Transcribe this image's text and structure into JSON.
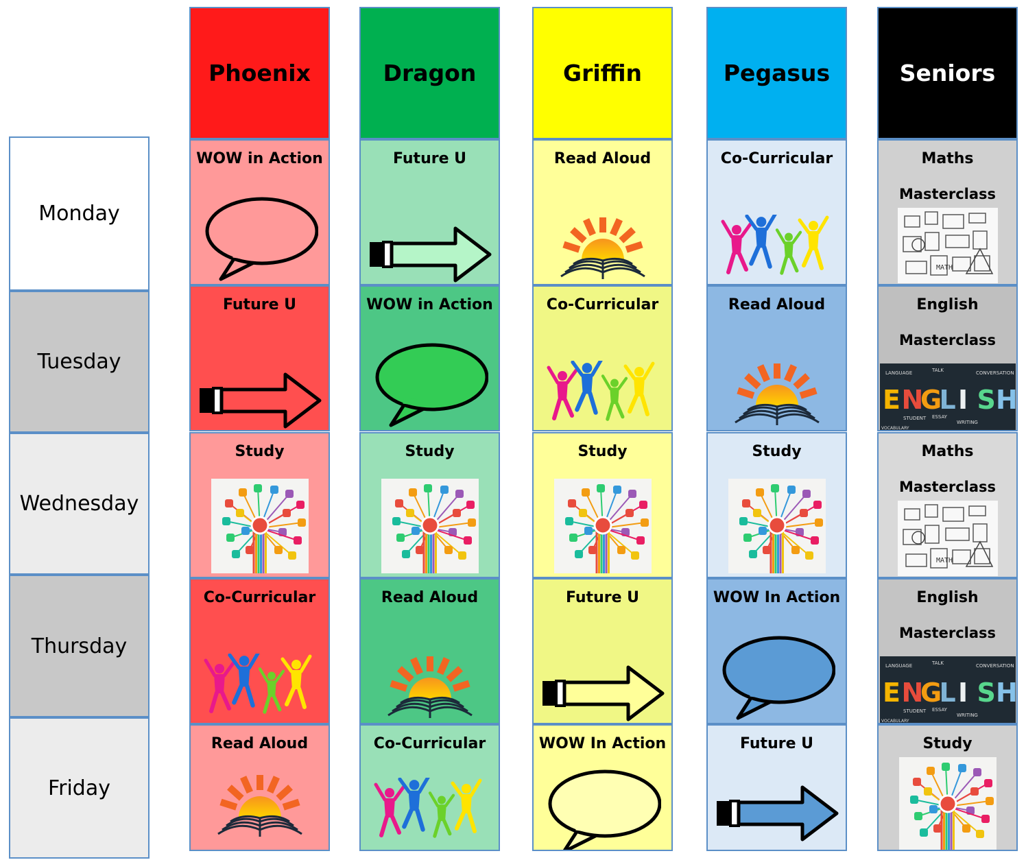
{
  "days": [
    "Monday",
    "Tuesday",
    "Wednesday",
    "Thursday",
    "Friday"
  ],
  "houses": [
    {
      "name": "Phoenix",
      "color": "#ff1a1a",
      "text_color": "#000000",
      "sessions": [
        {
          "title": "WOW in Action",
          "icon": "speech-bubble-icon",
          "bg": "#ff9999"
        },
        {
          "title": "Future U",
          "icon": "arrow-icon",
          "bg": "#ff4f4f"
        },
        {
          "title": "Study",
          "icon": "study-tree-icon",
          "bg": "#ff9999"
        },
        {
          "title": "Co-Curricular",
          "icon": "jumping-people-icon",
          "bg": "#ff4f4f"
        },
        {
          "title": "Read Aloud",
          "icon": "sunrise-book-icon",
          "bg": "#ff9999"
        }
      ]
    },
    {
      "name": "Dragon",
      "color": "#00b050",
      "text_color": "#000000",
      "sessions": [
        {
          "title": "Future U",
          "icon": "arrow-icon",
          "bg": "#99e0b7"
        },
        {
          "title": "WOW in Action",
          "icon": "speech-bubble-icon",
          "bg": "#4dc785"
        },
        {
          "title": "Study",
          "icon": "study-tree-icon",
          "bg": "#99e0b7"
        },
        {
          "title": "Read Aloud",
          "icon": "sunrise-book-icon",
          "bg": "#4dc785"
        },
        {
          "title": "Co-Curricular",
          "icon": "jumping-people-icon",
          "bg": "#99e0b7"
        }
      ]
    },
    {
      "name": "Griffin",
      "color": "#ffff00",
      "text_color": "#000000",
      "sessions": [
        {
          "title": "Read Aloud",
          "icon": "sunrise-book-icon",
          "bg": "#ffff99"
        },
        {
          "title": "Co-Curricular",
          "icon": "jumping-people-icon",
          "bg": "#f0f785"
        },
        {
          "title": "Study",
          "icon": "study-tree-icon",
          "bg": "#ffff99"
        },
        {
          "title": "Future U",
          "icon": "arrow-icon",
          "bg": "#f0f785"
        },
        {
          "title": "WOW In Action",
          "icon": "speech-bubble-icon",
          "bg": "#ffff99"
        }
      ]
    },
    {
      "name": "Pegasus",
      "color": "#00b0f0",
      "text_color": "#000000",
      "sessions": [
        {
          "title": "Co-Curricular",
          "icon": "jumping-people-icon",
          "bg": "#dce9f6"
        },
        {
          "title": "Read Aloud",
          "icon": "sunrise-book-icon",
          "bg": "#8db8e3"
        },
        {
          "title": "Study",
          "icon": "study-tree-icon",
          "bg": "#dce9f6"
        },
        {
          "title": "WOW In Action",
          "icon": "speech-bubble-icon",
          "bg": "#8db8e3"
        },
        {
          "title": "Future U",
          "icon": "arrow-icon",
          "bg": "#dce9f6"
        }
      ]
    },
    {
      "name": "Seniors",
      "color": "#000000",
      "text_color": "#ffffff",
      "sessions": [
        {
          "title": "Maths",
          "subtitle": "Masterclass",
          "icon": "maths-doodle-icon",
          "bg": "#d0d0d0"
        },
        {
          "title": "English",
          "subtitle": "Masterclass",
          "icon": "english-word-icon",
          "bg": "#bfbfbf"
        },
        {
          "title": "Maths",
          "subtitle": "Masterclass",
          "icon": "maths-doodle-icon",
          "bg": "#d9d9d9"
        },
        {
          "title": "English",
          "subtitle": "Masterclass",
          "icon": "english-word-icon",
          "bg": "#c4c4c4"
        },
        {
          "title": "Study",
          "icon": "study-tree-icon",
          "bg": "#d0d0d0"
        }
      ]
    }
  ],
  "day_colors": [
    "#ffffff",
    "#c8c8c8",
    "#ececec",
    "#c8c8c8",
    "#ececec"
  ],
  "english_artwork": {
    "word": "ENGLISH",
    "tags": [
      "LANGUAGE",
      "TALK",
      "CONVERSATION",
      "STUDENT",
      "ESSAY",
      "WRITING",
      "VOCABULARY"
    ]
  },
  "maths_artwork": {
    "tag": "MATH"
  }
}
